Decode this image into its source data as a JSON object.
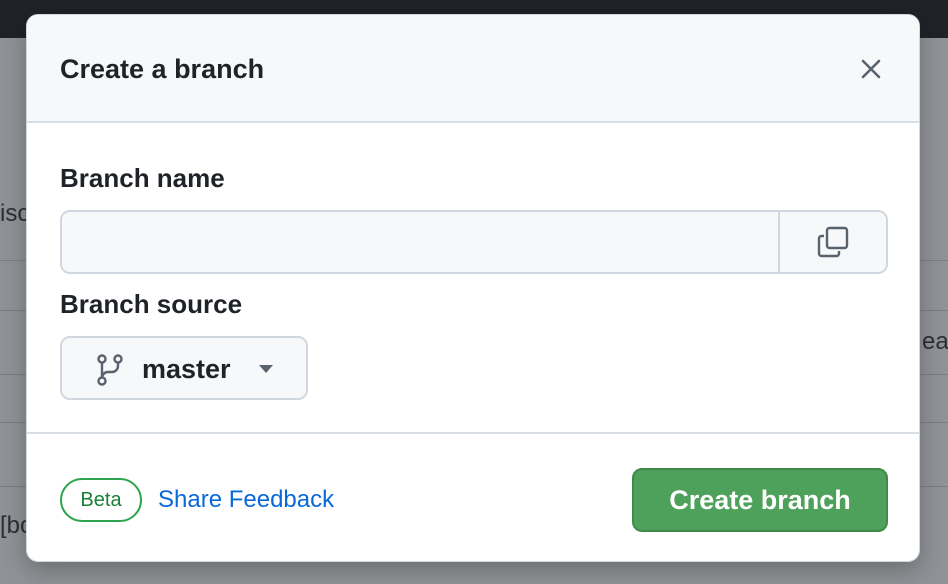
{
  "backdrop": {
    "fragments": [
      "isc",
      "ea",
      "[bo"
    ]
  },
  "dialog": {
    "title": "Create a branch",
    "close_icon": "x-icon",
    "branch_name": {
      "label": "Branch name",
      "value": "",
      "placeholder": "",
      "copy_icon": "copy-icon"
    },
    "branch_source": {
      "label": "Branch source",
      "selected": "master",
      "branch_icon": "git-branch-icon",
      "caret_icon": "triangle-down-icon"
    },
    "footer": {
      "badge": "Beta",
      "feedback_link": "Share Feedback",
      "submit_label": "Create branch"
    }
  },
  "colors": {
    "primary_button": "#4ea15a",
    "link": "#0969da",
    "badge_border": "#2da44e",
    "header_bg": "#f6f8fa"
  }
}
